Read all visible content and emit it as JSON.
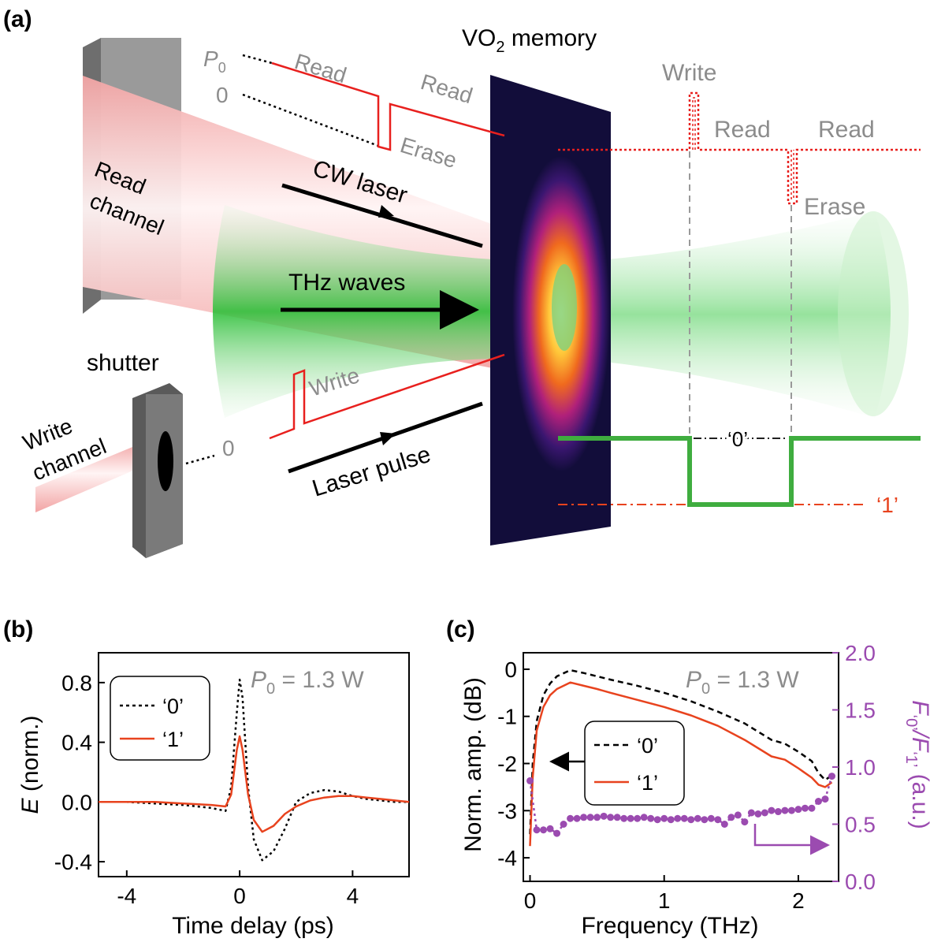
{
  "panel_a": {
    "label": "(a)",
    "title_main": "VO",
    "title_sub": "2",
    "title_rest": " memory",
    "p0_main": "P",
    "p0_sub": "0",
    "zero_top": "0",
    "zero_write": "0",
    "read1": "Read",
    "read2": "Read",
    "erase1": "Erase",
    "write_right": "Write",
    "read_right1": "Read",
    "read_right2": "Read",
    "erase_right": "Erase",
    "read_channel_1": "Read",
    "read_channel_2": "channel",
    "write_channel_1": "Write",
    "write_channel_2": "channel",
    "shutter": "shutter",
    "cw_laser": "CW laser",
    "thz_waves": "THz waves",
    "laser_pulse": "Laser pulse",
    "write_lower": "Write",
    "state0": "‘0’",
    "state1": "‘1’"
  },
  "chart_data": [
    {
      "id": "b",
      "type": "line",
      "panel_label": "(b)",
      "xlabel": "Time delay (ps)",
      "ylabel_main": "E",
      "ylabel_rest": " (norm.)",
      "annotation_main": "P",
      "annotation_sub": "0",
      "annotation_rest": " = 1.3 W",
      "xlim": [
        -5,
        6
      ],
      "ylim": [
        -0.5,
        1.0
      ],
      "xticks": [
        -4,
        0,
        4
      ],
      "yticks": [
        -0.4,
        0.0,
        0.4,
        0.8
      ],
      "ytick_labels": [
        "-0.4",
        "0.0",
        "0.4",
        "0.8"
      ],
      "legend": "top-left",
      "series": [
        {
          "name": "‘0’",
          "color": "#000000",
          "dash": "dotted",
          "x": [
            -5,
            -4,
            -3,
            -2,
            -1,
            -0.5,
            -0.3,
            -0.1,
            0,
            0.1,
            0.3,
            0.5,
            0.8,
            1.2,
            1.6,
            2,
            2.5,
            3,
            3.5,
            4,
            4.5,
            5,
            5.5,
            6
          ],
          "y": [
            0.0,
            0.0,
            -0.01,
            -0.02,
            -0.04,
            -0.06,
            0.1,
            0.6,
            0.82,
            0.7,
            0.1,
            -0.25,
            -0.39,
            -0.33,
            -0.18,
            0.0,
            0.06,
            0.08,
            0.07,
            0.04,
            0.02,
            0.01,
            0.0,
            0.0
          ]
        },
        {
          "name": "‘1’",
          "color": "#e8431e",
          "dash": "solid",
          "x": [
            -5,
            -4,
            -3,
            -2,
            -1,
            -0.5,
            -0.3,
            -0.1,
            0,
            0.1,
            0.3,
            0.5,
            0.8,
            1.2,
            1.6,
            2,
            2.5,
            3,
            3.5,
            4,
            4.5,
            5,
            5.5,
            6
          ],
          "y": [
            0.0,
            0.0,
            0.0,
            -0.01,
            -0.02,
            -0.03,
            0.05,
            0.35,
            0.44,
            0.35,
            0.05,
            -0.12,
            -0.2,
            -0.16,
            -0.08,
            -0.03,
            0.01,
            0.03,
            0.04,
            0.04,
            0.03,
            0.02,
            0.01,
            0.0
          ]
        }
      ]
    },
    {
      "id": "c",
      "type": "line",
      "panel_label": "(c)",
      "xlabel": "Frequency (THz)",
      "ylabel": "Norm. amp. (dB)",
      "y2label_main": "F",
      "y2label_sub0": "‘0’",
      "y2label_mid": "/F",
      "y2label_sub1": "‘1’",
      "y2label_rest": " (a.u.)",
      "annotation_main": "P",
      "annotation_sub": "0",
      "annotation_rest": " = 1.3 W",
      "xlim": [
        -0.05,
        2.3
      ],
      "ylim": [
        -4.5,
        0.35
      ],
      "y2lim": [
        0.0,
        2.0
      ],
      "xticks": [
        0,
        1,
        2
      ],
      "yticks": [
        -4,
        -3,
        -2,
        -1,
        0
      ],
      "y2ticks": [
        0.0,
        0.5,
        1.0,
        1.5,
        2.0
      ],
      "y2tick_labels": [
        "0.0",
        "0.5",
        "1.0",
        "1.5",
        "2.0"
      ],
      "legend": "center-left",
      "secondary_color": "#9b4bb0",
      "series": [
        {
          "name": "‘0’",
          "color": "#000000",
          "dash": "dashed",
          "axis": "left",
          "x": [
            0,
            0.02,
            0.05,
            0.1,
            0.15,
            0.2,
            0.3,
            0.4,
            0.5,
            0.6,
            0.8,
            1.0,
            1.2,
            1.4,
            1.6,
            1.8,
            1.9,
            2.0,
            2.1,
            2.15,
            2.2,
            2.25
          ],
          "y": [
            -3.5,
            -2.0,
            -1.1,
            -0.55,
            -0.3,
            -0.15,
            -0.02,
            -0.08,
            -0.15,
            -0.22,
            -0.35,
            -0.5,
            -0.68,
            -0.9,
            -1.15,
            -1.5,
            -1.58,
            -1.75,
            -1.95,
            -2.2,
            -2.35,
            -2.25
          ]
        },
        {
          "name": "‘1’",
          "color": "#e8431e",
          "dash": "solid",
          "axis": "left",
          "x": [
            0,
            0.02,
            0.05,
            0.1,
            0.15,
            0.2,
            0.3,
            0.4,
            0.5,
            0.6,
            0.8,
            1.0,
            1.2,
            1.4,
            1.6,
            1.8,
            1.9,
            2.0,
            2.1,
            2.15,
            2.2,
            2.25
          ],
          "y": [
            -3.75,
            -2.3,
            -1.3,
            -0.8,
            -0.55,
            -0.42,
            -0.28,
            -0.35,
            -0.42,
            -0.5,
            -0.65,
            -0.8,
            -0.98,
            -1.2,
            -1.5,
            -1.85,
            -1.92,
            -2.1,
            -2.3,
            -2.45,
            -2.5,
            -2.4
          ]
        },
        {
          "name": "",
          "color": "#9b4bb0",
          "dash": "dotted",
          "axis": "right",
          "markers": true,
          "x": [
            0,
            0.05,
            0.1,
            0.15,
            0.2,
            0.25,
            0.3,
            0.35,
            0.4,
            0.45,
            0.5,
            0.55,
            0.6,
            0.65,
            0.7,
            0.75,
            0.8,
            0.85,
            0.9,
            0.95,
            1.0,
            1.05,
            1.1,
            1.15,
            1.2,
            1.25,
            1.3,
            1.35,
            1.4,
            1.45,
            1.5,
            1.55,
            1.6,
            1.65,
            1.7,
            1.75,
            1.8,
            1.85,
            1.9,
            1.95,
            2.0,
            2.05,
            2.1,
            2.15,
            2.2,
            2.25
          ],
          "y": [
            0.88,
            0.45,
            0.45,
            0.46,
            0.42,
            0.5,
            0.55,
            0.55,
            0.56,
            0.56,
            0.56,
            0.57,
            0.56,
            0.56,
            0.55,
            0.55,
            0.55,
            0.56,
            0.55,
            0.54,
            0.55,
            0.54,
            0.55,
            0.55,
            0.54,
            0.55,
            0.54,
            0.55,
            0.54,
            0.5,
            0.56,
            0.58,
            0.52,
            0.6,
            0.59,
            0.6,
            0.62,
            0.61,
            0.62,
            0.62,
            0.63,
            0.64,
            0.64,
            0.7,
            0.72,
            0.92
          ]
        }
      ]
    }
  ]
}
